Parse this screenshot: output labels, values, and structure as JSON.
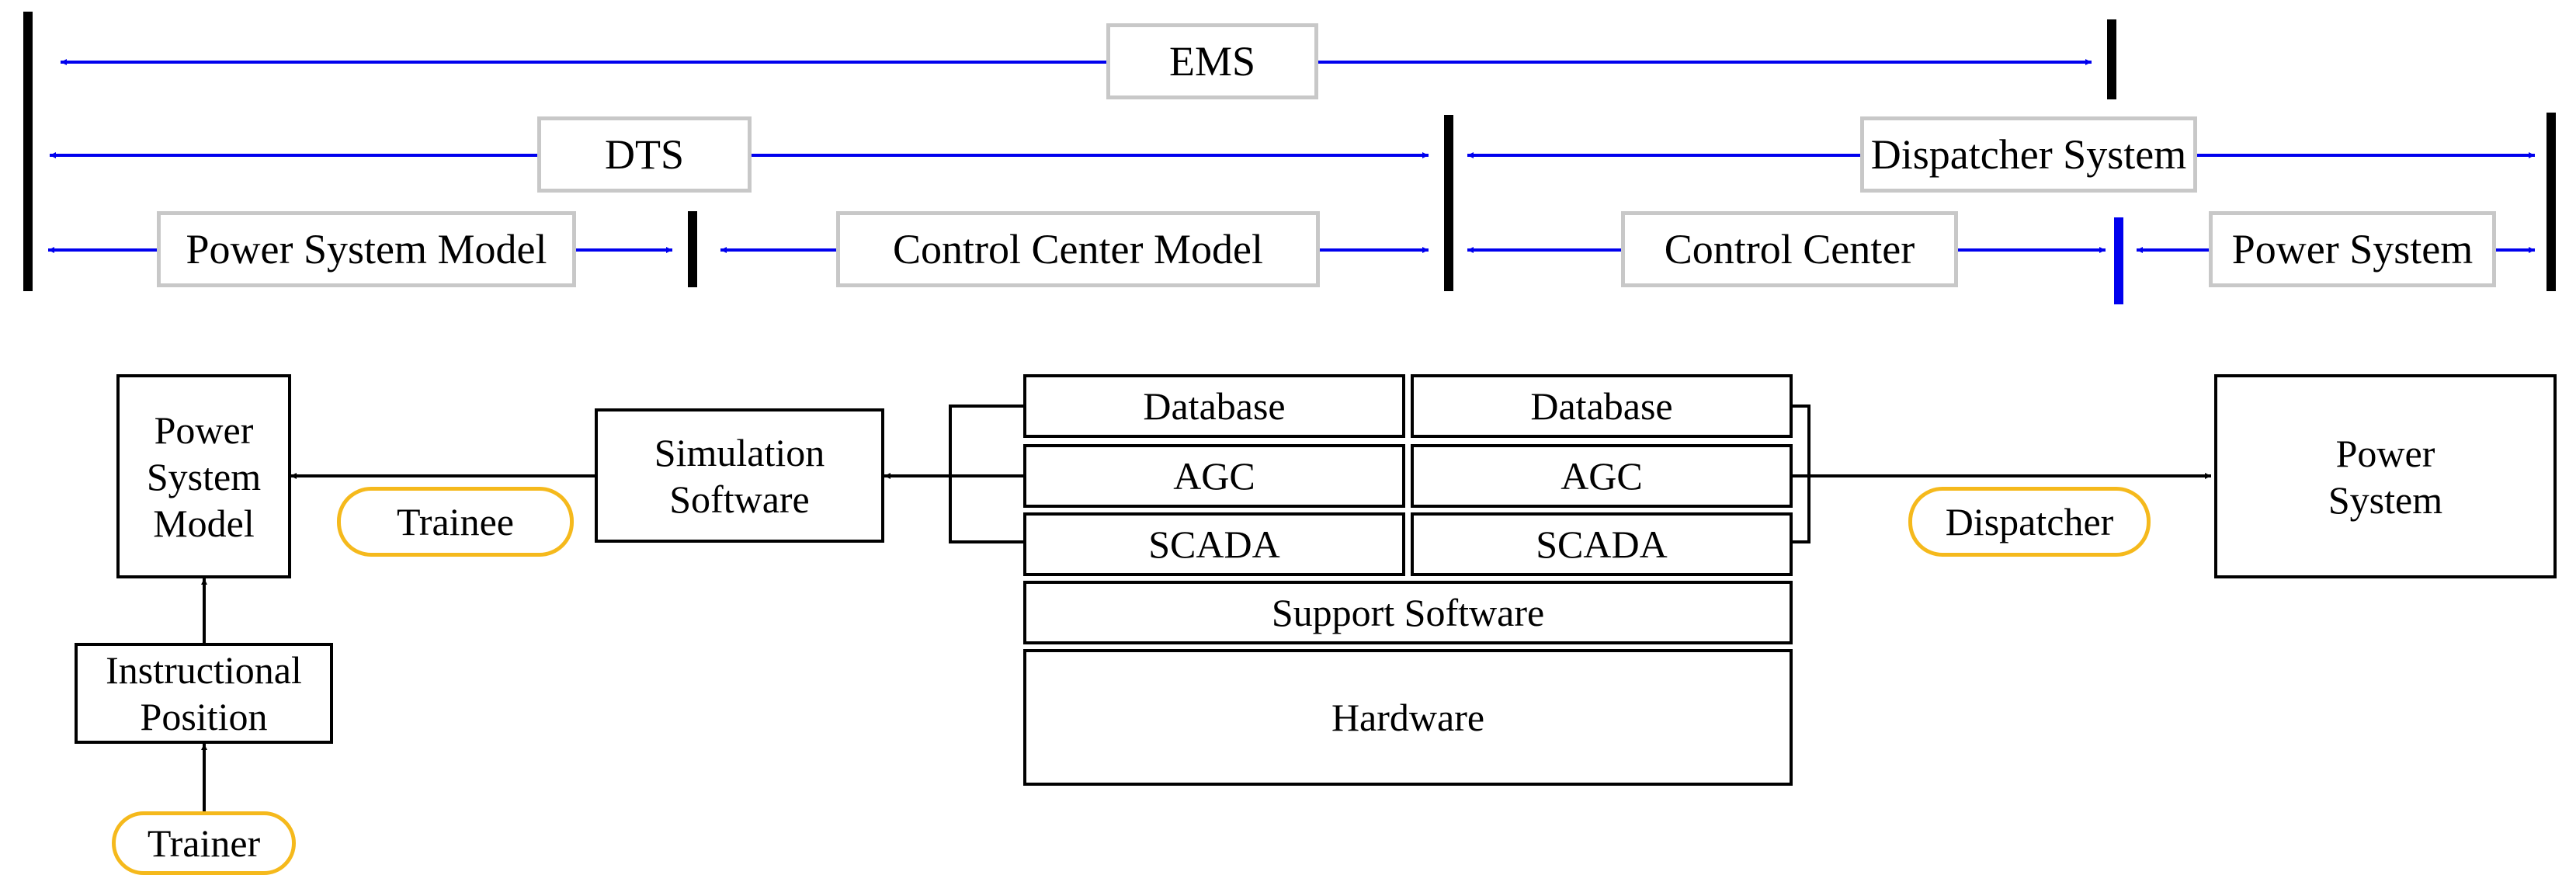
{
  "scope_labels": {
    "ems": "EMS",
    "dts": "DTS",
    "dispatcher_system": "Dispatcher System",
    "power_system_model": "Power System Model",
    "control_center_model": "Control Center Model",
    "control_center": "Control Center",
    "power_system": "Power System"
  },
  "blocks": {
    "power_system_model": "Power\nSystem\nModel",
    "instructional_position": "Instructional\nPosition",
    "simulation_software": "Simulation\nSoftware",
    "database_left": "Database",
    "agc_left": "AGC",
    "scada_left": "SCADA",
    "database_right": "Database",
    "agc_right": "AGC",
    "scada_right": "SCADA",
    "support_software": "Support Software",
    "hardware": "Hardware",
    "power_system": "Power\nSystem"
  },
  "actors": {
    "trainee": "Trainee",
    "trainer": "Trainer",
    "dispatcher": "Dispatcher"
  },
  "colors": {
    "scope_arrow": "#0000ee",
    "divider": "#000000",
    "label_border": "#c8c8c8",
    "actor_border": "#f5b91c"
  }
}
